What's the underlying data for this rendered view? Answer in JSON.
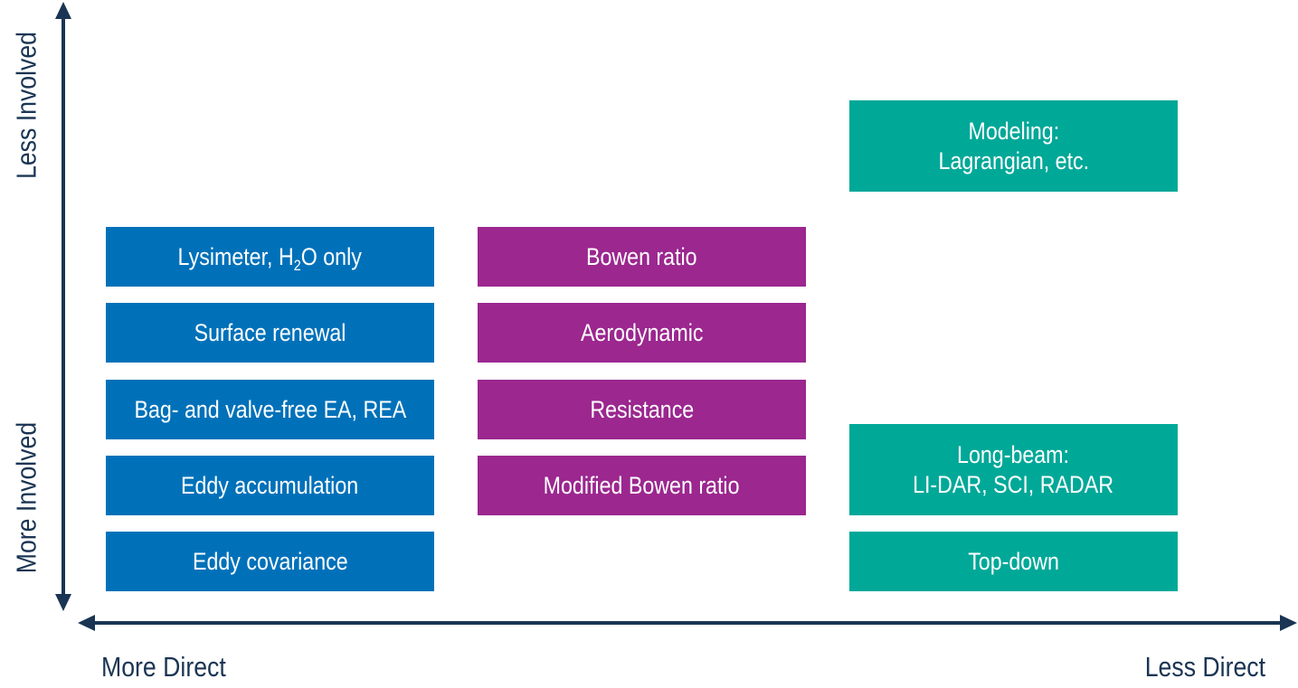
{
  "axes": {
    "x_left_label": "More Direct",
    "x_right_label": "Less Direct",
    "y_top_label": "Less Involved",
    "y_bottom_label": "More Involved",
    "axis_color": "#1a3553"
  },
  "colors": {
    "blue": "#0071b9",
    "purple": "#9b278f",
    "teal": "#00a898"
  },
  "column_direct": [
    {
      "text": "Lysimeter, H",
      "sub": "2",
      "tail": "O only"
    },
    {
      "text": "Surface renewal"
    },
    {
      "text": "Bag- and valve-free EA, REA"
    },
    {
      "text": "Eddy accumulation"
    },
    {
      "text": "Eddy covariance"
    }
  ],
  "column_middle": [
    {
      "text": "Bowen ratio"
    },
    {
      "text": "Aerodynamic"
    },
    {
      "text": "Resistance"
    },
    {
      "text": "Modified Bowen ratio"
    }
  ],
  "column_indirect": [
    {
      "line1": "Modeling:",
      "line2": "Lagrangian, etc."
    },
    {
      "line1": "Long-beam:",
      "line2": "LI-DAR, SCI, RADAR"
    },
    {
      "text": "Top-down"
    }
  ]
}
